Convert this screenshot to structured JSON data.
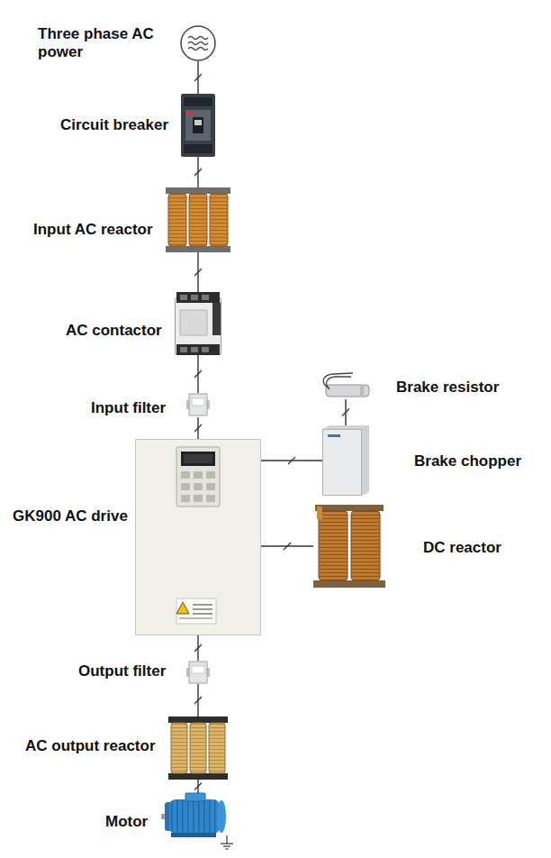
{
  "diagram": {
    "nodes": [
      {
        "text": [
          "Three phase AC power"
        ]
      },
      {
        "text": [
          "Circuit breaker"
        ]
      },
      {
        "text": [
          "Input AC reactor"
        ]
      },
      {
        "text": [
          "AC contactor"
        ]
      },
      {
        "text": [
          "Brake resistor"
        ]
      },
      {
        "text": [
          "Input filter"
        ]
      },
      {
        "text": [
          "Brake chopper"
        ]
      },
      {
        "text": [
          "GK900 AC drive"
        ]
      },
      {
        "text": [
          "DC reactor"
        ]
      },
      {
        "text": [
          "Output filter"
        ]
      },
      {
        "text": [
          "AC output reactor"
        ]
      },
      {
        "text": [
          "Motor"
        ]
      }
    ],
    "edges": [
      {
        "from": 0,
        "to": 1,
        "arrow": "none"
      },
      {
        "from": 1,
        "to": 2,
        "arrow": "none"
      },
      {
        "from": 2,
        "to": 3,
        "arrow": "none"
      },
      {
        "from": 3,
        "to": 5,
        "arrow": "none"
      },
      {
        "from": 5,
        "to": 7,
        "arrow": "none"
      },
      {
        "from": 4,
        "to": 6,
        "arrow": "none"
      },
      {
        "from": 7,
        "to": 6,
        "arrow": "none"
      },
      {
        "from": 7,
        "to": 8,
        "arrow": "none"
      },
      {
        "from": 7,
        "to": 9,
        "arrow": "none"
      },
      {
        "from": 9,
        "to": 10,
        "arrow": "none"
      },
      {
        "from": 10,
        "to": 11,
        "arrow": "none"
      }
    ]
  }
}
